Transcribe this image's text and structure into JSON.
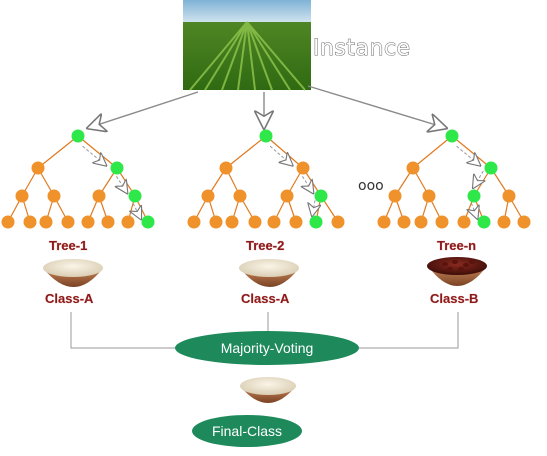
{
  "instance": {
    "label": "Instance"
  },
  "trees": [
    {
      "name": "Tree-1",
      "class_label": "Class-A",
      "class_item": "white-rice-bowl"
    },
    {
      "name": "Tree-2",
      "class_label": "Class-A",
      "class_item": "white-rice-bowl"
    },
    {
      "name": "Tree-n",
      "class_label": "Class-B",
      "class_item": "red-bean-bowl"
    }
  ],
  "ellipsis": "ooo",
  "voting": {
    "label": "Majority-Voting"
  },
  "final": {
    "label": "Final-Class",
    "class_item": "white-rice-bowl"
  },
  "colors": {
    "orange_node": "#f0922b",
    "green_node": "#2ee84a",
    "ellipse_fill": "#1e8a5c",
    "label_red": "#8b1a1a"
  }
}
